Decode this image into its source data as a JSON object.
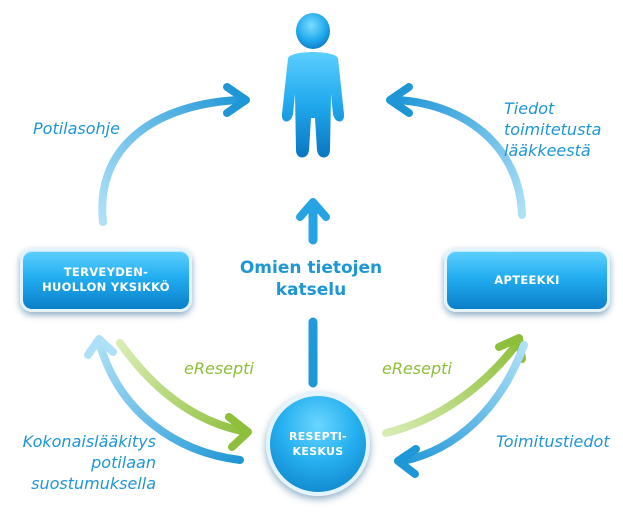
{
  "nodes": {
    "person": {
      "icon": "person-icon"
    },
    "health_unit": {
      "lines": [
        "TERVEYDEN-",
        "HUOLLON YKSIKKÖ"
      ]
    },
    "pharmacy": {
      "lines": [
        "APTEEKKI"
      ]
    },
    "prescription_center": {
      "lines": [
        "RESEPTI-",
        "KESKUS"
      ]
    }
  },
  "center_label": {
    "lines": [
      "Omien tietojen",
      "katselu"
    ]
  },
  "edge_labels": {
    "patient_instructions": {
      "lines": [
        "Potilasohje"
      ]
    },
    "dispensed_info": {
      "lines": [
        "Tiedot",
        "toimitetusta",
        "lääkkeestä"
      ]
    },
    "eprescription_left": {
      "lines": [
        "eResepti"
      ]
    },
    "eprescription_right": {
      "lines": [
        "eResepti"
      ]
    },
    "consent_overview": {
      "lines": [
        "Kokonaislääkitys",
        "potilaan",
        "suostumuksella"
      ]
    },
    "dispensing_info": {
      "lines": [
        "Toimitustiedot"
      ]
    }
  },
  "colors": {
    "blue": "#1f96d6",
    "light_blue": "#aee0f7",
    "green": "#8dbf3a",
    "light_green": "#d9ecb4",
    "box_top": "#5fd0ff",
    "box_bottom": "#0b7fc9"
  }
}
